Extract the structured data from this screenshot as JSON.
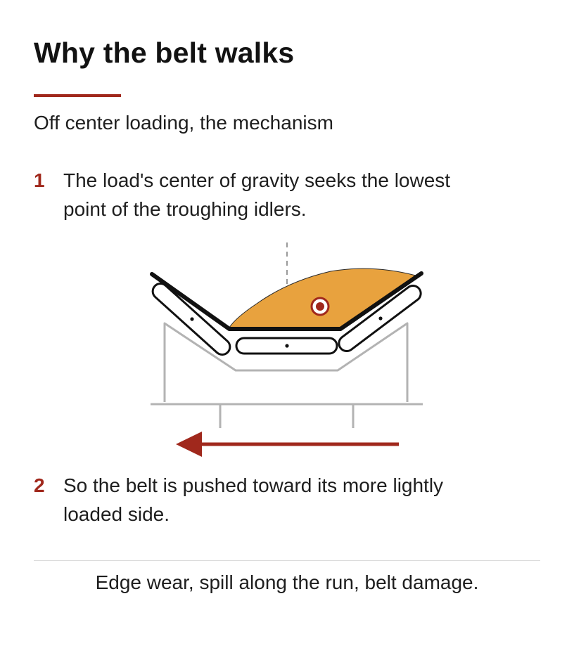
{
  "header": {
    "title": "Why the belt walks",
    "subtitle": "Off center loading, the mechanism"
  },
  "steps": [
    {
      "number": "1",
      "text": "The load's center of gravity seeks the lowest point of the troughing idlers."
    },
    {
      "number": "2",
      "text": "So the belt is pushed toward its more lightly loaded side."
    }
  ],
  "footer": {
    "text": "Edge wear, spill along the run, belt damage."
  },
  "colors": {
    "accent": "#a0281c",
    "load": "#e8a23e",
    "belt": "#111111",
    "frame": "#b3b3b3",
    "center_line": "#9a9a9a"
  },
  "diagram": {
    "load_position": "off-center, right of centerline",
    "belt_push_direction": "left",
    "icons": [
      "center-of-gravity-icon",
      "arrow-left-icon"
    ]
  }
}
